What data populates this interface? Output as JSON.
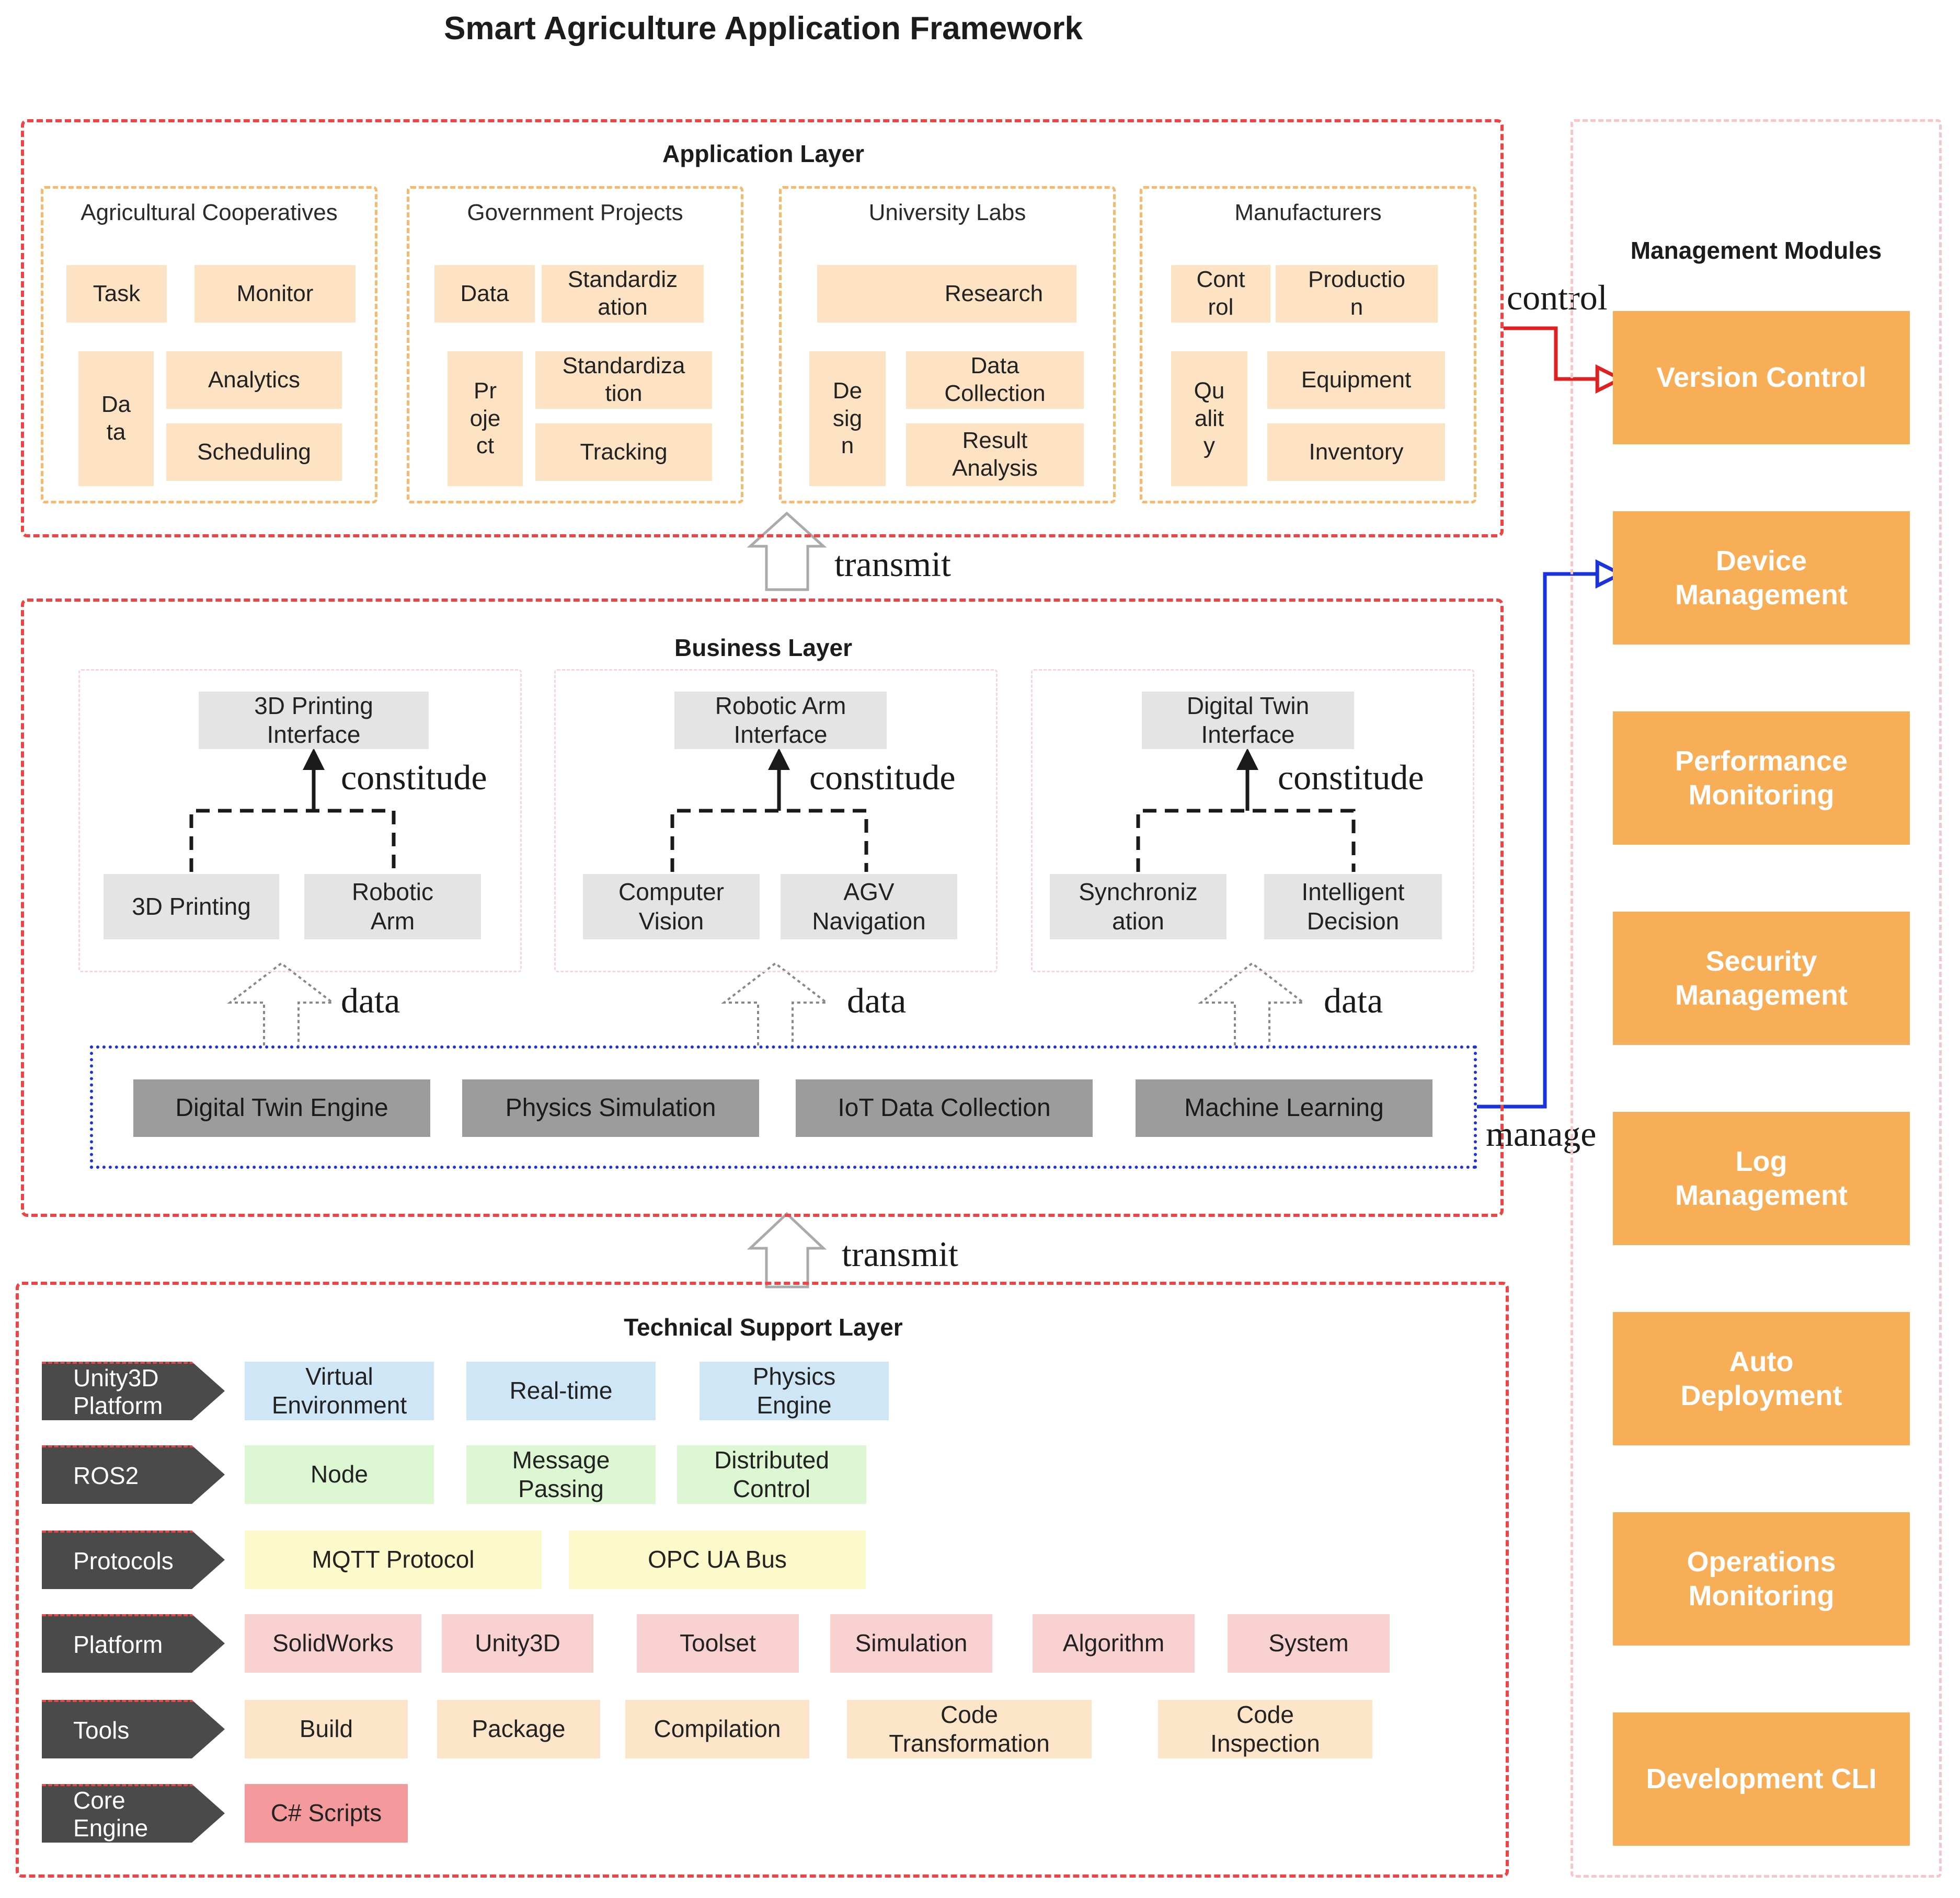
{
  "title": "Smart Agriculture Application Framework",
  "application_layer": {
    "title": "Application Layer",
    "groups": [
      {
        "title": "Agricultural Cooperatives",
        "items": [
          "Task",
          "Monitor",
          "Da\nta",
          "Analytics",
          "Scheduling"
        ]
      },
      {
        "title": "Government Projects",
        "items": [
          "Data",
          "Standardiz\nation",
          "Pr\noje\nct",
          "Standardiza\ntion",
          "Tracking"
        ]
      },
      {
        "title": "University Labs",
        "items": [
          "Research",
          "De\nsig\nn",
          "Data\nCollection",
          "Result\nAnalysis"
        ]
      },
      {
        "title": "Manufacturers",
        "items": [
          "Cont\nrol",
          "Productio\nn",
          "Qu\nalit\ny",
          "Equipment",
          "Inventory"
        ]
      }
    ]
  },
  "labels": {
    "transmit": "transmit",
    "control": "control",
    "manage": "manage",
    "data": "data",
    "constitude": "constitude"
  },
  "business_layer": {
    "title": "Business Layer",
    "panels": [
      {
        "interface": "3D Printing\nInterface",
        "left": "3D Printing",
        "right": "Robotic\nArm"
      },
      {
        "interface": "Robotic Arm\nInterface",
        "left": "Computer\nVision",
        "right": "AGV\nNavigation"
      },
      {
        "interface": "Digital Twin\nInterface",
        "left": "Synchroniz\nation",
        "right": "Intelligent\nDecision"
      }
    ],
    "engines": [
      "Digital Twin Engine",
      "Physics Simulation",
      "IoT Data Collection",
      "Machine Learning"
    ]
  },
  "technical_layer": {
    "title": "Technical Support Layer",
    "rows": [
      {
        "tag": "Unity3D\nPlatform",
        "color": "#cfe6f7",
        "items": [
          "Virtual\nEnvironment",
          "Real-time",
          "Physics\nEngine"
        ]
      },
      {
        "tag": "ROS2",
        "color": "#dcf7d2",
        "items": [
          "Node",
          "Message\nPassing",
          "Distributed\nControl"
        ]
      },
      {
        "tag": "Protocols",
        "color": "#fcfacb",
        "items": [
          "MQTT Protocol",
          "OPC UA Bus"
        ]
      },
      {
        "tag": "Platform",
        "color": "#fad1d1",
        "items": [
          "SolidWorks",
          "Unity3D",
          "Toolset",
          "Simulation",
          "Algorithm",
          "System"
        ]
      },
      {
        "tag": "Tools",
        "color": "#fde5c9",
        "items": [
          "Build",
          "Package",
          "Compilation",
          "Code\nTransformation",
          "Code\nInspection"
        ]
      },
      {
        "tag": "Core\nEngine",
        "color": "#f59a9c",
        "items": [
          "C# Scripts"
        ]
      }
    ]
  },
  "management": {
    "title": "Management Modules",
    "modules": [
      "Version Control",
      "Device\nManagement",
      "Performance\nMonitoring",
      "Security\nManagement",
      "Log\nManagement",
      "Auto\nDeployment",
      "Operations\nMonitoring",
      "Development CLI"
    ]
  },
  "colors": {
    "layer_border": "#ee4444",
    "app_item": "#fde3c4",
    "module": "#f8ad57",
    "control_arrow": "#e02020",
    "manage_arrow": "#1a33dd",
    "tag": "#4a4a4a"
  }
}
